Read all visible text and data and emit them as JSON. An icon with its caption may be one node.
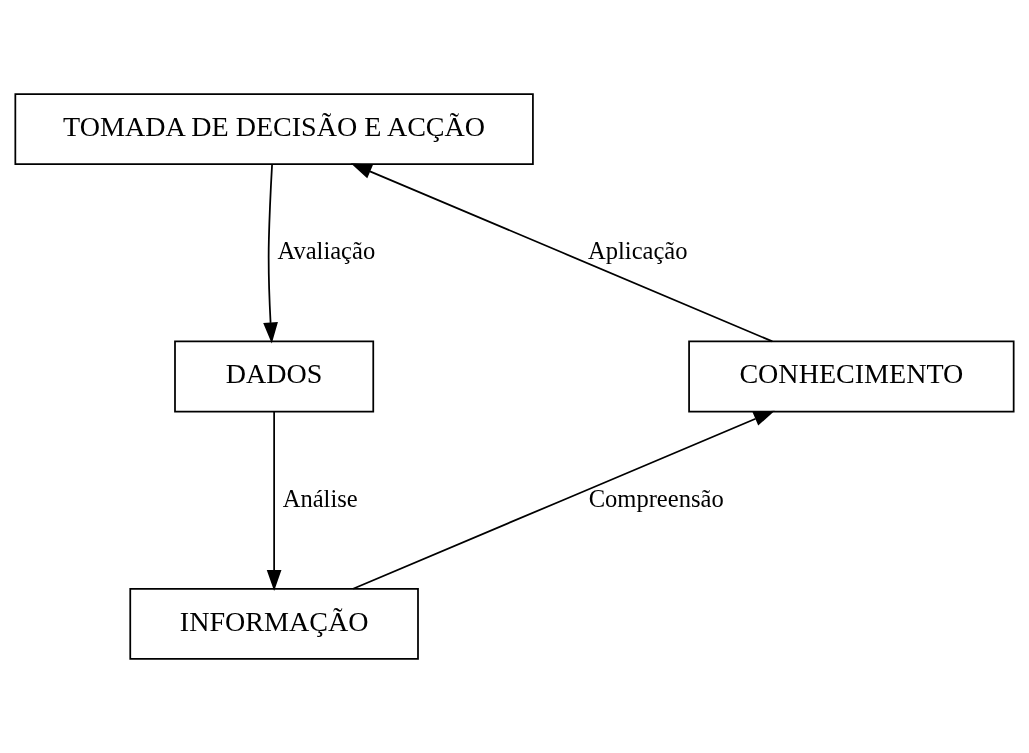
{
  "diagram": {
    "nodes": [
      {
        "text": [
          "TOMADA DE DECISÃO E ACÇÃO"
        ]
      },
      {
        "text": [
          "DADOS"
        ]
      },
      {
        "text": [
          "CONHECIMENTO"
        ]
      },
      {
        "text": [
          "INFORMAÇÃO"
        ]
      }
    ],
    "edges": [
      {
        "from": 0,
        "to": 1,
        "arrow": "to",
        "label": "Avaliação"
      },
      {
        "from": 1,
        "to": 3,
        "arrow": "to",
        "label": "Análise"
      },
      {
        "from": 3,
        "to": 2,
        "arrow": "to",
        "label": "Compreensão"
      },
      {
        "from": 2,
        "to": 0,
        "arrow": "to",
        "label": "Aplicação"
      }
    ]
  }
}
